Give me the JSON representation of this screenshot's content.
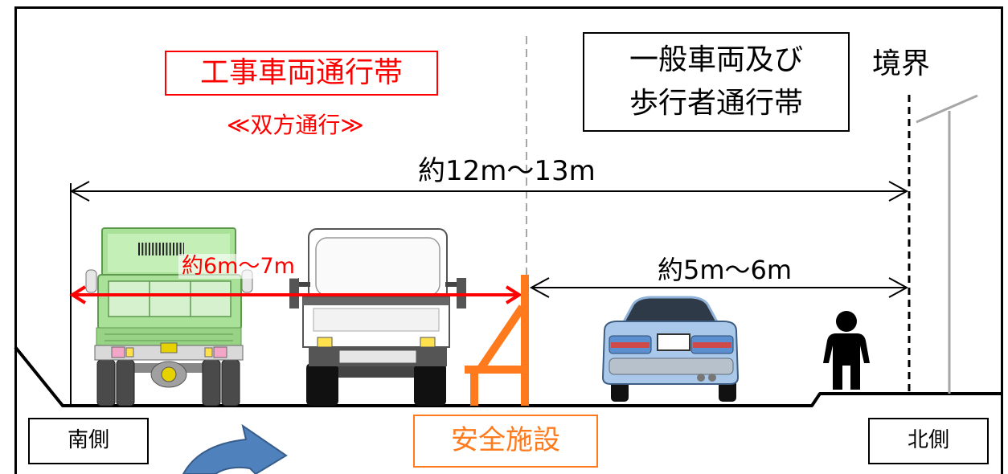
{
  "diagram": {
    "construction_lane": {
      "title": "工事車両通行帯",
      "traffic_note": "≪双方通行≫",
      "width": "約6m～7m"
    },
    "general_lane": {
      "title_lines": [
        "一般車両及び",
        "歩行者通行帯"
      ],
      "width": "約5m～6m"
    },
    "boundary_label": "境界",
    "total_width": "約12m～13m",
    "safety_facility_label": "安全施設",
    "south_side_label": "南側",
    "north_side_label": "北側"
  },
  "icons": {
    "dump_truck": "dump-truck-icon",
    "box_truck": "box-truck-icon",
    "car": "car-icon",
    "pedestrian": "pedestrian-icon",
    "safety_barrier": "safety-barrier-icon",
    "utility_pole": "utility-pole-icon",
    "curved_arrow": "curved-arrow-icon"
  },
  "colors": {
    "construction": "#ff0000",
    "safety": "#ff7a1c",
    "arrow": "#4f81bd",
    "dump-truck": "#a8e197",
    "car": "#a9c8ea",
    "pole": "#a6a6a6",
    "center-line": "#a6a6a6"
  }
}
